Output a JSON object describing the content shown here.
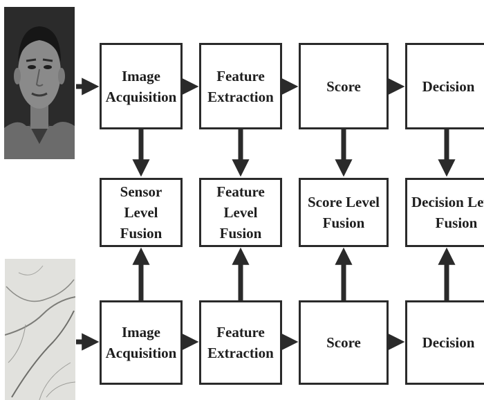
{
  "rows": {
    "top": {
      "acquisition": [
        "Image",
        "Acquisition"
      ],
      "extraction": [
        "Feature",
        "Extraction"
      ],
      "score": [
        "Score"
      ],
      "decision": [
        "Decision"
      ]
    },
    "fusion": {
      "sensor": [
        "Sensor Level",
        "Fusion"
      ],
      "feature": [
        "Feature Level",
        "Fusion"
      ],
      "score": [
        "Score Level",
        "Fusion"
      ],
      "decision": [
        "Decision Level",
        "Fusion"
      ]
    },
    "bottom": {
      "acquisition": [
        "Image",
        "Acquisition"
      ],
      "extraction": [
        "Feature",
        "Extraction"
      ],
      "score": [
        "Score"
      ],
      "decision": [
        "Decision"
      ]
    }
  },
  "colors": {
    "stroke": "#2a2a2a",
    "text": "#1e1e1e"
  }
}
